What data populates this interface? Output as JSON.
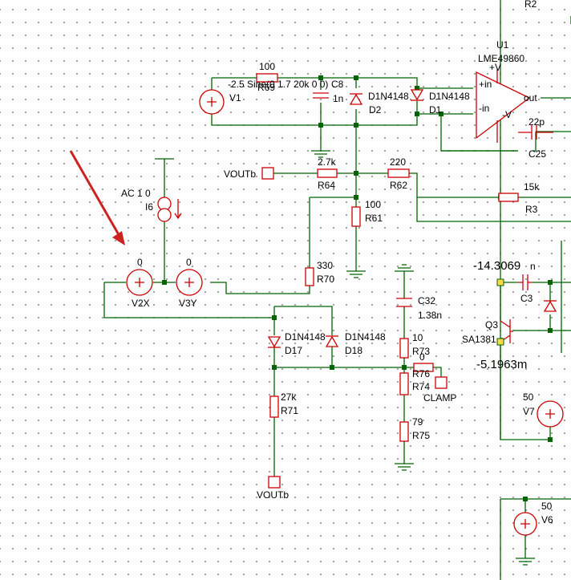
{
  "colors": {
    "wire": "#006400",
    "component": "#cc0000",
    "text": "#000000",
    "background": "#ffffff",
    "grid": "#8a8a8a",
    "arrow": "#cc2222"
  },
  "labels": {
    "r2": "R2",
    "u1": "U1",
    "lme": "LME49860",
    "plusv": "+V",
    "minusv": "-V",
    "pin_in": "+in",
    "min_in": "-in",
    "out": "out",
    "r69_val": "100",
    "r69": "R69",
    "v1_spec": "-2.5 Sine(0 1.7 20k 0 0)",
    "v1": "V1",
    "c8": "C8",
    "c8_val": "1n",
    "d2_model": "D1N4148",
    "d2": "D2",
    "d1_model": "D1N4148",
    "d1": "D1",
    "c25_val": "22p",
    "c25": "C25",
    "voutb_top": "VOUTb",
    "r64_val": "2.7k",
    "r64": "R64",
    "r62_val": "220",
    "r62": "R62",
    "r3_val": "15k",
    "r3": "R3",
    "ac": "AC 1 0",
    "i6": "I6",
    "r61_val": "100",
    "r61": "R61",
    "v2x_val": "0",
    "v2x": "V2X",
    "v3y_val": "0",
    "v3y": "V3Y",
    "r70_val": "330",
    "r70": "R70",
    "c32": "C32",
    "c32_val": "1.38n",
    "probe1": "-14.3069",
    "c3_partial": "n",
    "c3": "C3",
    "q3": "Q3",
    "sa1381": "SA1381",
    "probe2": "-5.1963m",
    "d17_model": "D1N4148",
    "d17": "D17",
    "d18_model": "D1N4148",
    "d18": "D18",
    "r73_val": "10",
    "r73": "R73",
    "r76_val": "0",
    "r76": "R76",
    "r74": "R74",
    "clamp": "CLAMP",
    "r71_val": "27k",
    "r71": "R71",
    "v7_val": "50",
    "v7": "V7",
    "r75_val": "79",
    "r75": "R75",
    "voutb_bot": "VOUTb",
    "v6_val": "50",
    "v6": "V6"
  }
}
